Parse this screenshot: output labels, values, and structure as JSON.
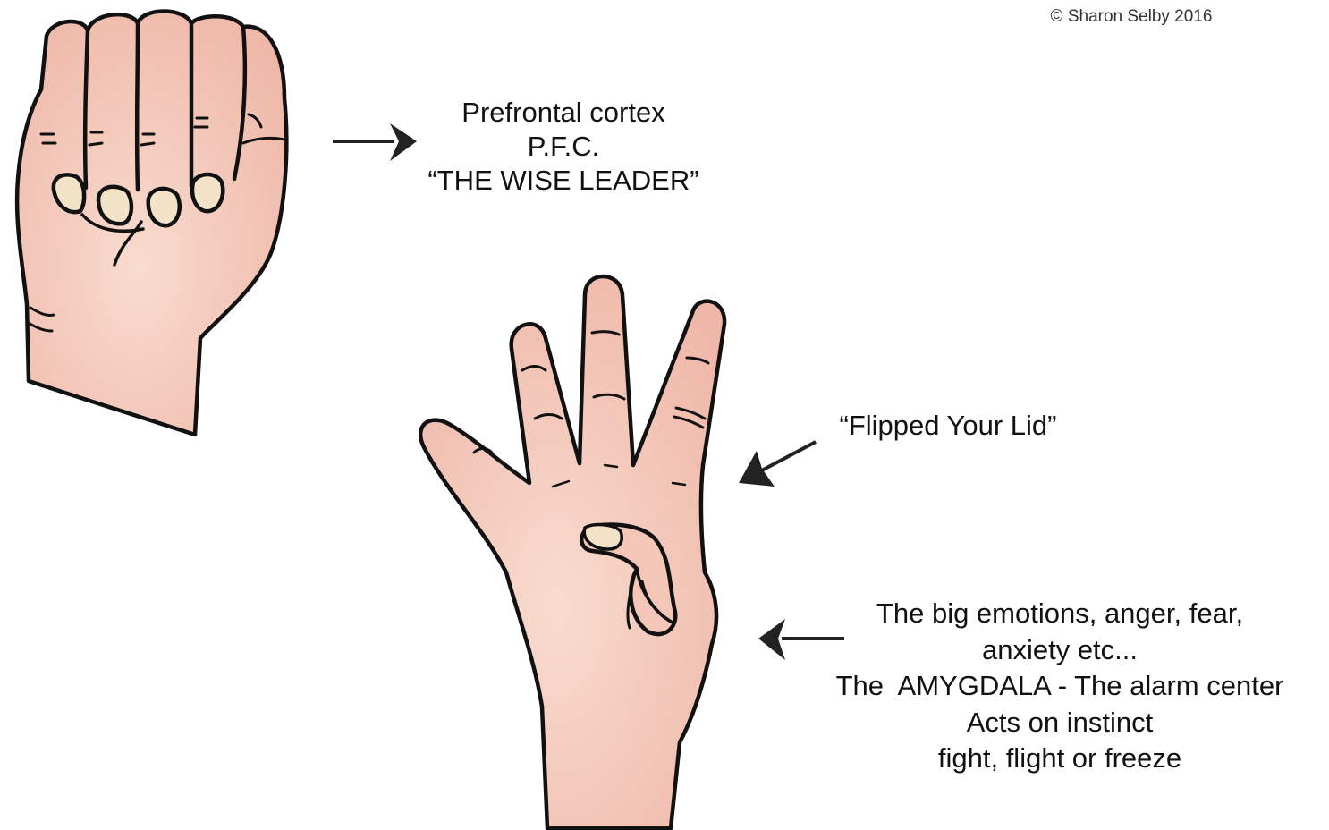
{
  "copyright": "© Sharon Selby 2016",
  "labels": {
    "pfc": [
      "Prefrontal cortex",
      "P.F.C.",
      "“THE WISE LEADER”"
    ],
    "flipped": "“Flipped Your Lid”",
    "amygdala": [
      "The big emotions, anger, fear,",
      "anxiety etc...",
      "The  AMYGDALA - The alarm center",
      "Acts on instinct",
      "fight, flight or freeze"
    ]
  },
  "colors": {
    "skin": "#f2bdb0",
    "skin_light": "#f7d2c6",
    "nail": "#f3e4c8",
    "outline": "#111111",
    "arrow": "#222222"
  },
  "icons": [
    "closed-fist",
    "open-hand-thumb-tucked",
    "arrow-right",
    "arrow-down-left",
    "arrow-left"
  ]
}
